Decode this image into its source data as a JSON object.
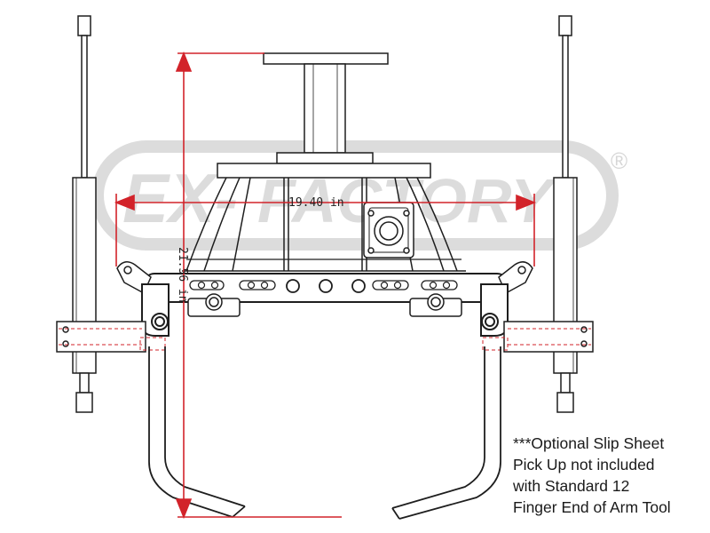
{
  "watermark": {
    "left_part": "EX-",
    "right_part": "FACTORY",
    "registered_mark": "®",
    "color": "#d9d9d9"
  },
  "dimensions": {
    "width_label": "19.40 in",
    "height_label": "21.56 in",
    "color": "#d2232a"
  },
  "note": {
    "lines": [
      "***Optional Slip Sheet",
      "Pick Up not included",
      "with Standard 12",
      "Finger End of Arm Tool"
    ]
  },
  "colors": {
    "line": "#1e1e1e",
    "hidden_line": "#d2232a"
  }
}
